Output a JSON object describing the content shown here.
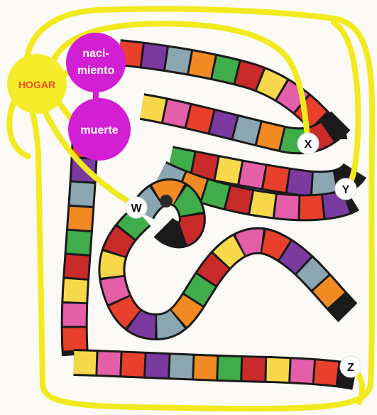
{
  "diagram": {
    "nodes": {
      "hogar": {
        "label": "HOGAR",
        "fill": "#f5ec2a",
        "text_color": "#f04a1c"
      },
      "nacimiento": {
        "line1": "naci-",
        "line2": "miento",
        "fill": "#d31fd3",
        "text_color": "#ffffff"
      },
      "muerte": {
        "label": "muerte",
        "fill": "#d31fd3",
        "text_color": "#ffffff"
      }
    },
    "markers": [
      {
        "id": "w",
        "label": "W"
      },
      {
        "id": "x",
        "label": "X"
      },
      {
        "id": "y",
        "label": "Y"
      },
      {
        "id": "z",
        "label": "Z"
      }
    ],
    "colors": {
      "path_line": "#f2ea1e",
      "tile_palette": [
        "#e8402a",
        "#f28a24",
        "#f6d84a",
        "#7a3aa0",
        "#3fae4a",
        "#e45fa8",
        "#8aa6b0",
        "#c92a2a"
      ]
    }
  }
}
